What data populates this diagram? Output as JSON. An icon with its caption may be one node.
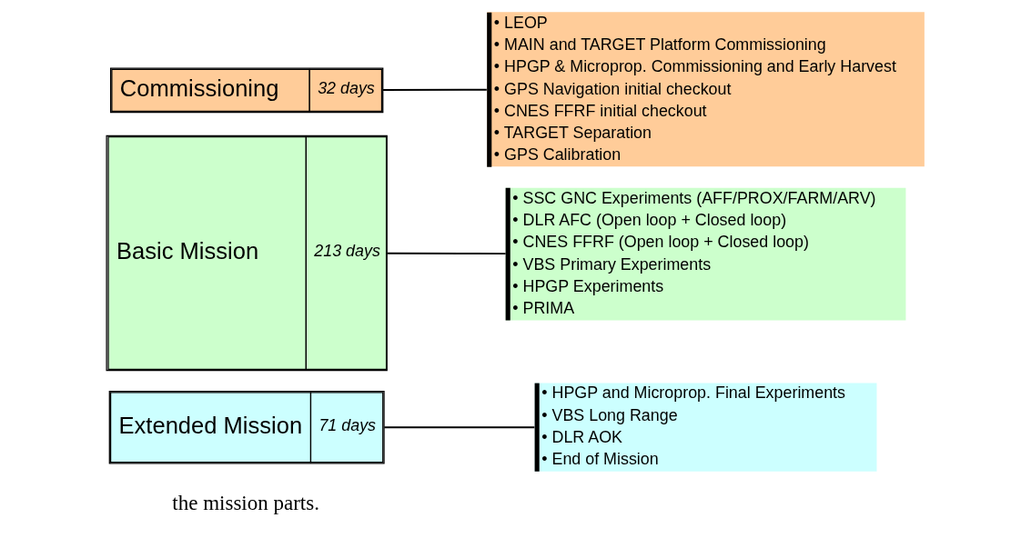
{
  "diagram": {
    "nodes": [
      {
        "text": [
          "Commissioning",
          "32 days"
        ]
      },
      {
        "text": [
          "Basic Mission",
          "213 days"
        ]
      },
      {
        "text": [
          "Extended Mission",
          "71 days"
        ]
      },
      {
        "text": [
          "• LEOP",
          "• MAIN and TARGET Platform Commissioning",
          "• HPGP & Microprop. Commissioning and Early Harvest",
          "• GPS Navigation initial checkout",
          "• CNES FFRF initial checkout",
          "• TARGET Separation",
          "• GPS Calibration"
        ]
      },
      {
        "text": [
          "• SSC GNC Experiments (AFF/PROX/FARM/ARV)",
          "• DLR AFC (Open loop + Closed loop)",
          "• CNES FFRF (Open loop + Closed loop)",
          "• VBS Primary Experiments",
          "• HPGP Experiments",
          "• PRIMA"
        ]
      },
      {
        "text": [
          "• HPGP and Microprop. Final Experiments",
          "• VBS Long Range",
          "• DLR AOK",
          "• End of Mission"
        ]
      }
    ],
    "edges": [
      {
        "from": 0,
        "to": 3,
        "arrow": "none"
      },
      {
        "from": 1,
        "to": 4,
        "arrow": "none"
      },
      {
        "from": 2,
        "to": 5,
        "arrow": "none"
      }
    ],
    "labels": [
      "the mission parts."
    ]
  }
}
